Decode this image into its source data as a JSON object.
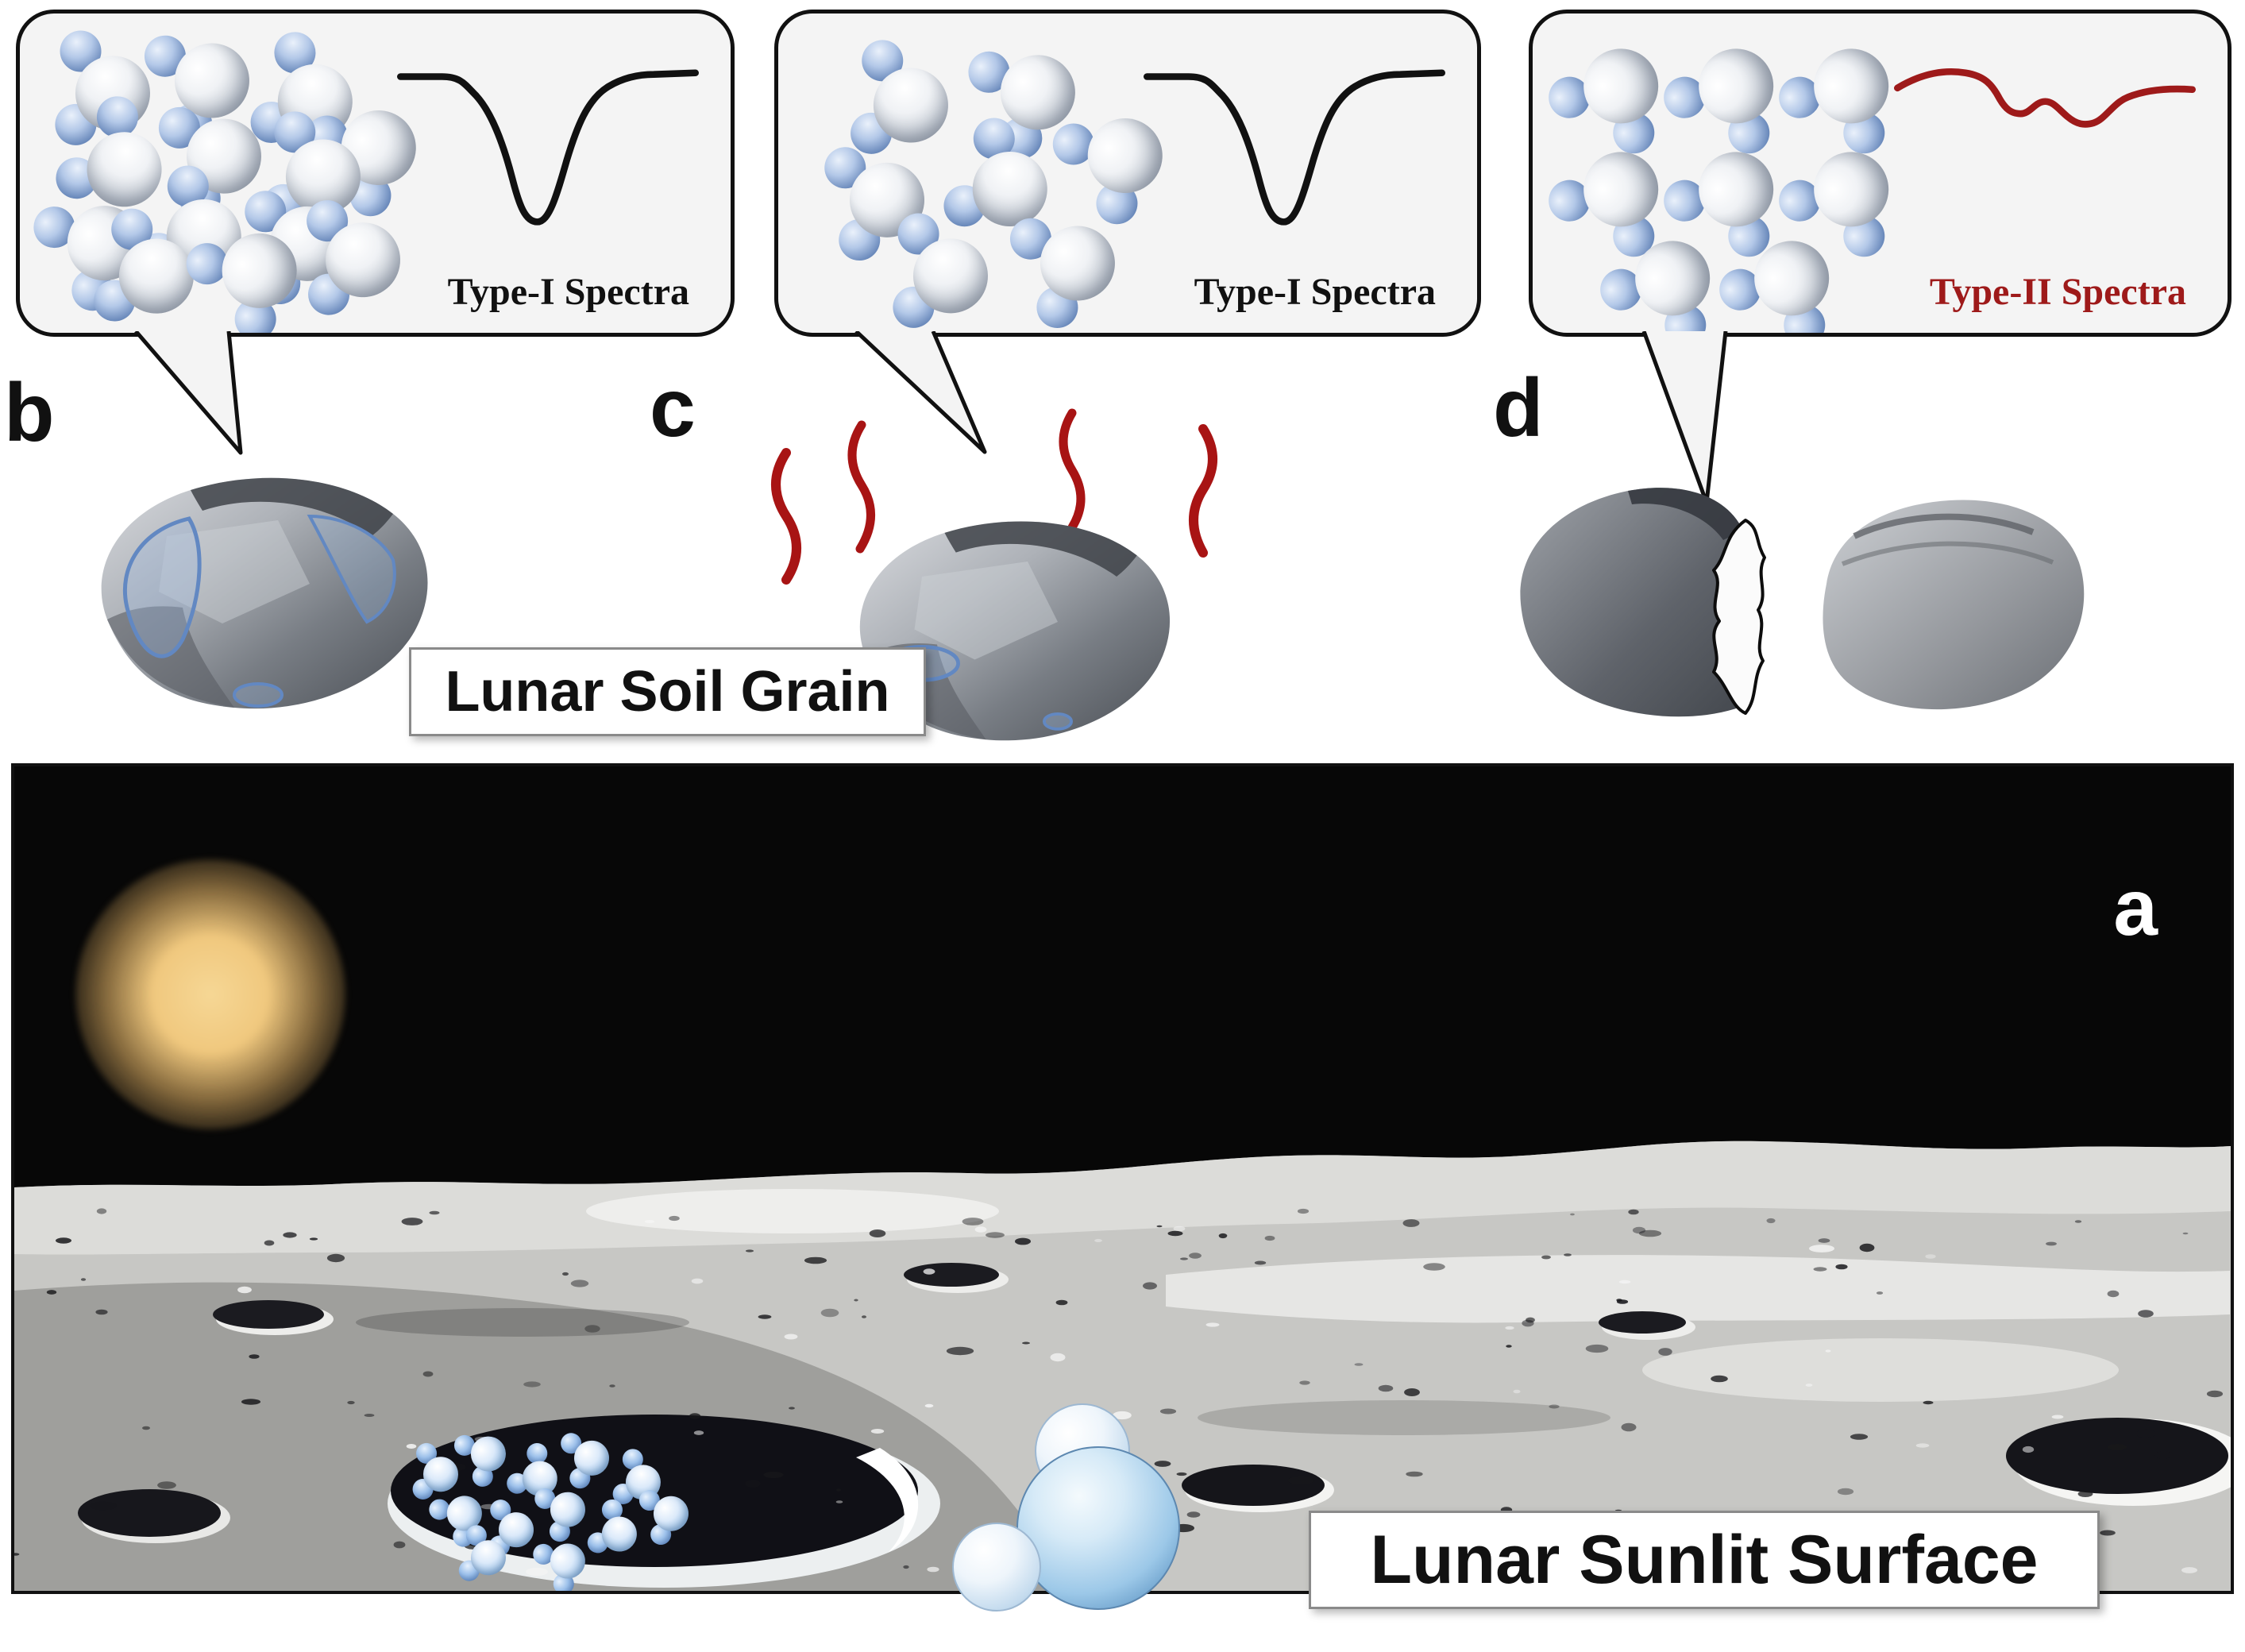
{
  "panels": {
    "a": "a",
    "b": "b",
    "c": "c",
    "d": "d"
  },
  "bubbles": [
    {
      "panel": "b",
      "label": "Type-I Spectra",
      "curve": "single-deep-absorption",
      "color": "#111111",
      "molecules": {
        "count": 13,
        "arrangement": "clustered"
      }
    },
    {
      "panel": "c",
      "label": "Type-I Spectra",
      "curve": "single-deep-absorption",
      "color": "#111111",
      "molecules": {
        "count": 7,
        "arrangement": "scattered"
      }
    },
    {
      "panel": "d",
      "label": "Type-II Spectra",
      "curve": "double-shallow-absorption",
      "color": "#9e1a1a",
      "molecules": {
        "count": 8,
        "arrangement": "ordered-grid"
      }
    }
  ],
  "captions": {
    "soil_grain": "Lunar Soil Grain",
    "sunlit_surface": "Lunar Sunlit Surface"
  },
  "scene": {
    "sky": "black",
    "sun": "sun-glow",
    "surface": "gray-regolith",
    "crater_molecules_count": 12,
    "heat_waves_color": "#a81414"
  },
  "colors": {
    "bubble_fill": "#f4f4f4",
    "type1_spectra": "#111111",
    "type2_spectra": "#9e1a1a",
    "hydrogen_blue": "#5e7fb4",
    "oxygen_white": "#e8ecf0",
    "sun_glow": "#f0c87e"
  }
}
